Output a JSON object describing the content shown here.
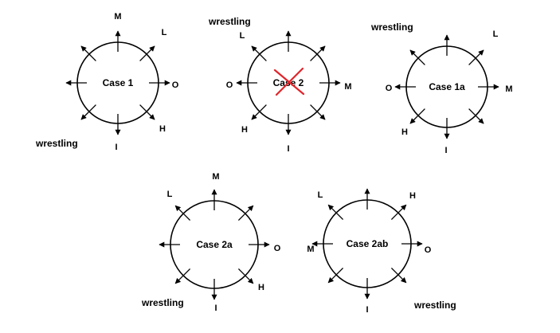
{
  "diagrams": [
    {
      "title": "Case 1",
      "word": "wrestling",
      "labels": {
        "N": "M",
        "NE": "L",
        "E": "O",
        "SE": "H",
        "S": "I"
      },
      "crossed": false
    },
    {
      "title": "Case 2",
      "word": "wrestling",
      "labels": {
        "NW": "L",
        "W": "O",
        "E": "M",
        "SW": "H",
        "S": "I"
      },
      "crossed": true,
      "cross_color": "#e0252b"
    },
    {
      "title": "Case 1a",
      "word": "wrestling",
      "labels": {
        "NE": "L",
        "W": "O",
        "E": "M",
        "SW": "H",
        "S": "I"
      },
      "crossed": false
    },
    {
      "title": "Case 2a",
      "word": "wrestling",
      "labels": {
        "N": "M",
        "NW": "L",
        "E": "O",
        "SE": "H",
        "S": "I"
      },
      "crossed": false
    },
    {
      "title": "Case 2ab",
      "word": "wrestling",
      "labels": {
        "NW": "L",
        "NE": "H",
        "W": "M",
        "E": "O",
        "S": "I"
      },
      "crossed": false
    }
  ]
}
